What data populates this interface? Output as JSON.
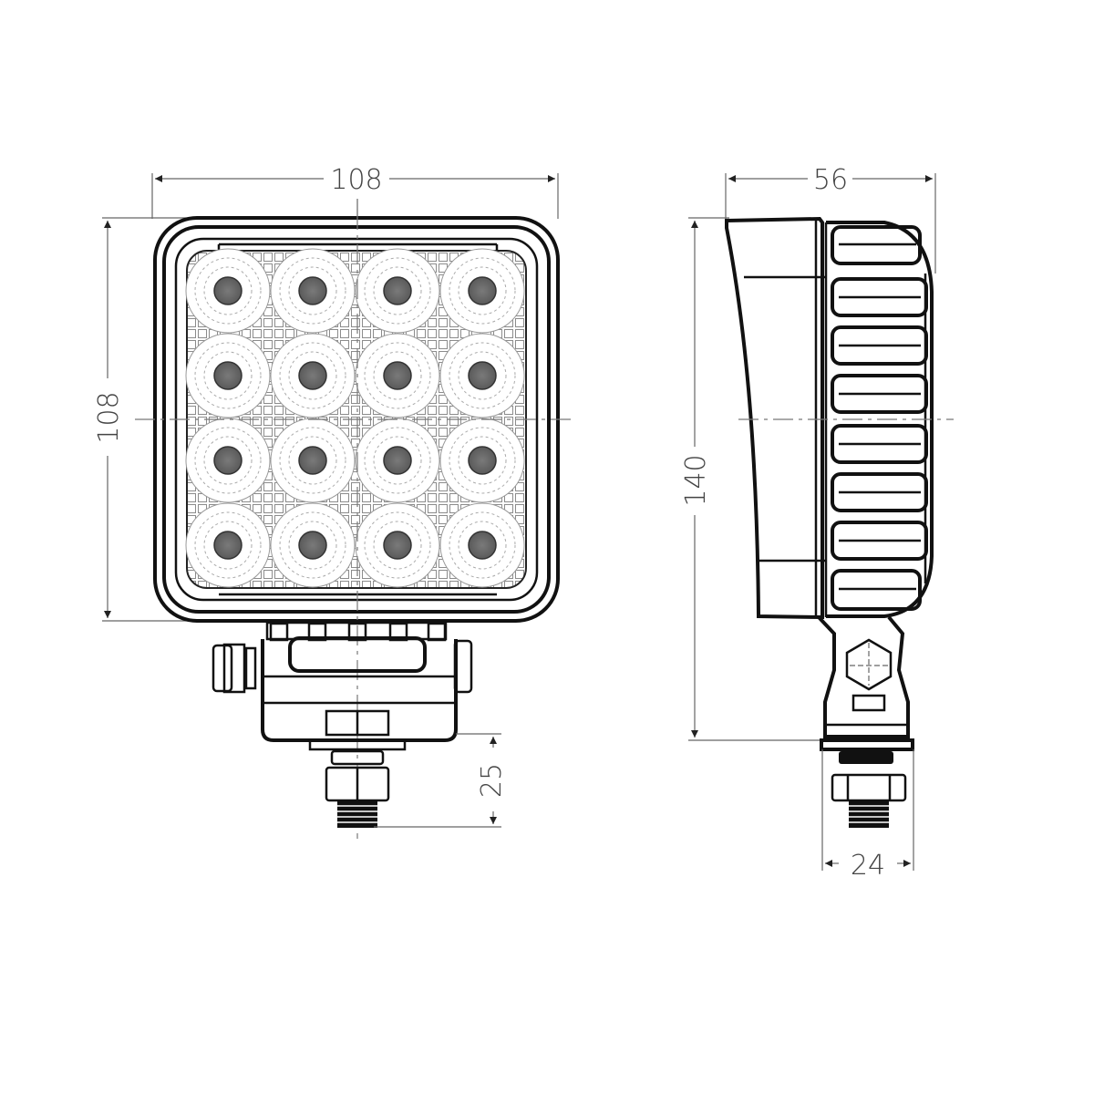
{
  "drawing": {
    "title": "LED work light dimensional drawing",
    "units": "mm",
    "colors": {
      "line": "#111111",
      "dimension": "#555555",
      "led": "#6a6a6a",
      "background": "#ffffff"
    }
  },
  "front_view": {
    "dimensions": {
      "width": "108",
      "height": "108",
      "bolt_length": "25"
    },
    "led_grid": {
      "rows": 4,
      "cols": 4,
      "count": 16
    }
  },
  "side_view": {
    "dimensions": {
      "depth": "56",
      "overall_height": "140",
      "bracket_width": "24"
    },
    "fin_count": 8
  }
}
